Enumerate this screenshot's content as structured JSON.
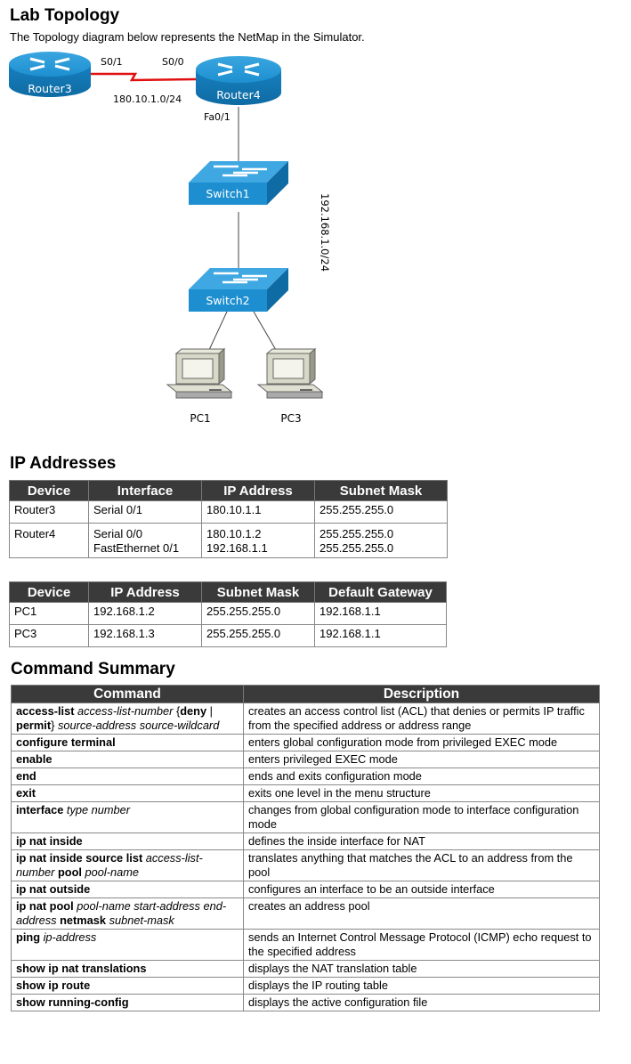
{
  "topology": {
    "heading": "Lab Topology",
    "intro": "The Topology diagram below represents the NetMap in the Simulator.",
    "nodes": {
      "router3": "Router3",
      "router4": "Router4",
      "switch1": "Switch1",
      "switch2": "Switch2",
      "pc1": "PC1",
      "pc3": "PC3"
    },
    "links": {
      "r3_port": "S0/1",
      "r4_port": "S0/0",
      "serial_net": "180.10.1.0/24",
      "r4_lan_port": "Fa0/1",
      "lan_net": "192.168.1.0/24"
    },
    "colors": {
      "device_blue": "#1d8fd0",
      "serial_link": "#e01010"
    }
  },
  "ip_addresses": {
    "heading": "IP Addresses",
    "router_table": {
      "headers": [
        "Device",
        "Interface",
        "IP Address",
        "Subnet Mask"
      ],
      "rows": [
        {
          "device": "Router3",
          "interface": [
            "Serial 0/1"
          ],
          "ip": [
            "180.10.1.1"
          ],
          "mask": [
            "255.255.255.0"
          ]
        },
        {
          "device": "Router4",
          "interface": [
            "Serial 0/0",
            "FastEthernet 0/1"
          ],
          "ip": [
            "180.10.1.2",
            "192.168.1.1"
          ],
          "mask": [
            "255.255.255.0",
            "255.255.255.0"
          ]
        }
      ]
    },
    "pc_table": {
      "headers": [
        "Device",
        "IP Address",
        "Subnet Mask",
        "Default Gateway"
      ],
      "rows": [
        [
          "PC1",
          "192.168.1.2",
          "255.255.255.0",
          "192.168.1.1"
        ],
        [
          "PC3",
          "192.168.1.3",
          "255.255.255.0",
          "192.168.1.1"
        ]
      ]
    }
  },
  "command_summary": {
    "heading": "Command Summary",
    "headers": [
      "Command",
      "Description"
    ],
    "rows": [
      {
        "command": [
          [
            "b",
            "access-list "
          ],
          [
            "i",
            "access-list-number "
          ],
          [
            "t",
            "{"
          ],
          [
            "b",
            "deny"
          ],
          [
            "t",
            " | "
          ],
          [
            "b",
            "permit"
          ],
          [
            "t",
            "} "
          ],
          [
            "i",
            "source-address source-wildcard"
          ]
        ],
        "description": "creates an access control list (ACL) that denies or permits IP traffic from the specified address or address range"
      },
      {
        "command": [
          [
            "b",
            "configure terminal"
          ]
        ],
        "description": "enters global configuration mode from privileged EXEC mode"
      },
      {
        "command": [
          [
            "b",
            "enable"
          ]
        ],
        "description": "enters privileged EXEC mode"
      },
      {
        "command": [
          [
            "b",
            "end"
          ]
        ],
        "description": "ends and exits configuration mode"
      },
      {
        "command": [
          [
            "b",
            "exit"
          ]
        ],
        "description": "exits one level in the menu structure"
      },
      {
        "command": [
          [
            "b",
            "interface "
          ],
          [
            "i",
            "type number"
          ]
        ],
        "description": "changes from global configuration mode to interface configuration mode"
      },
      {
        "command": [
          [
            "b",
            "ip nat inside"
          ]
        ],
        "description": "defines the inside interface for NAT"
      },
      {
        "command": [
          [
            "b",
            "ip nat inside source list "
          ],
          [
            "i",
            "access-list-number "
          ],
          [
            "b",
            "pool "
          ],
          [
            "i",
            "pool-name"
          ]
        ],
        "description": "translates anything that matches the ACL to an address from the pool"
      },
      {
        "command": [
          [
            "b",
            "ip nat outside"
          ]
        ],
        "description": "configures an interface to be an outside interface"
      },
      {
        "command": [
          [
            "b",
            "ip nat pool "
          ],
          [
            "i",
            "pool-name start-address end-address "
          ],
          [
            "b",
            "netmask "
          ],
          [
            "i",
            "subnet-mask"
          ]
        ],
        "description": "creates an address pool"
      },
      {
        "command": [
          [
            "b",
            "ping "
          ],
          [
            "i",
            "ip-address"
          ]
        ],
        "description": "sends an Internet Control Message Protocol (ICMP) echo request to the specified address"
      },
      {
        "command": [
          [
            "b",
            "show ip nat translations"
          ]
        ],
        "description": "displays the NAT translation table"
      },
      {
        "command": [
          [
            "b",
            "show ip route"
          ]
        ],
        "description": "displays the IP routing table"
      },
      {
        "command": [
          [
            "b",
            "show running-config"
          ]
        ],
        "description": "displays the active configuration file"
      }
    ]
  }
}
